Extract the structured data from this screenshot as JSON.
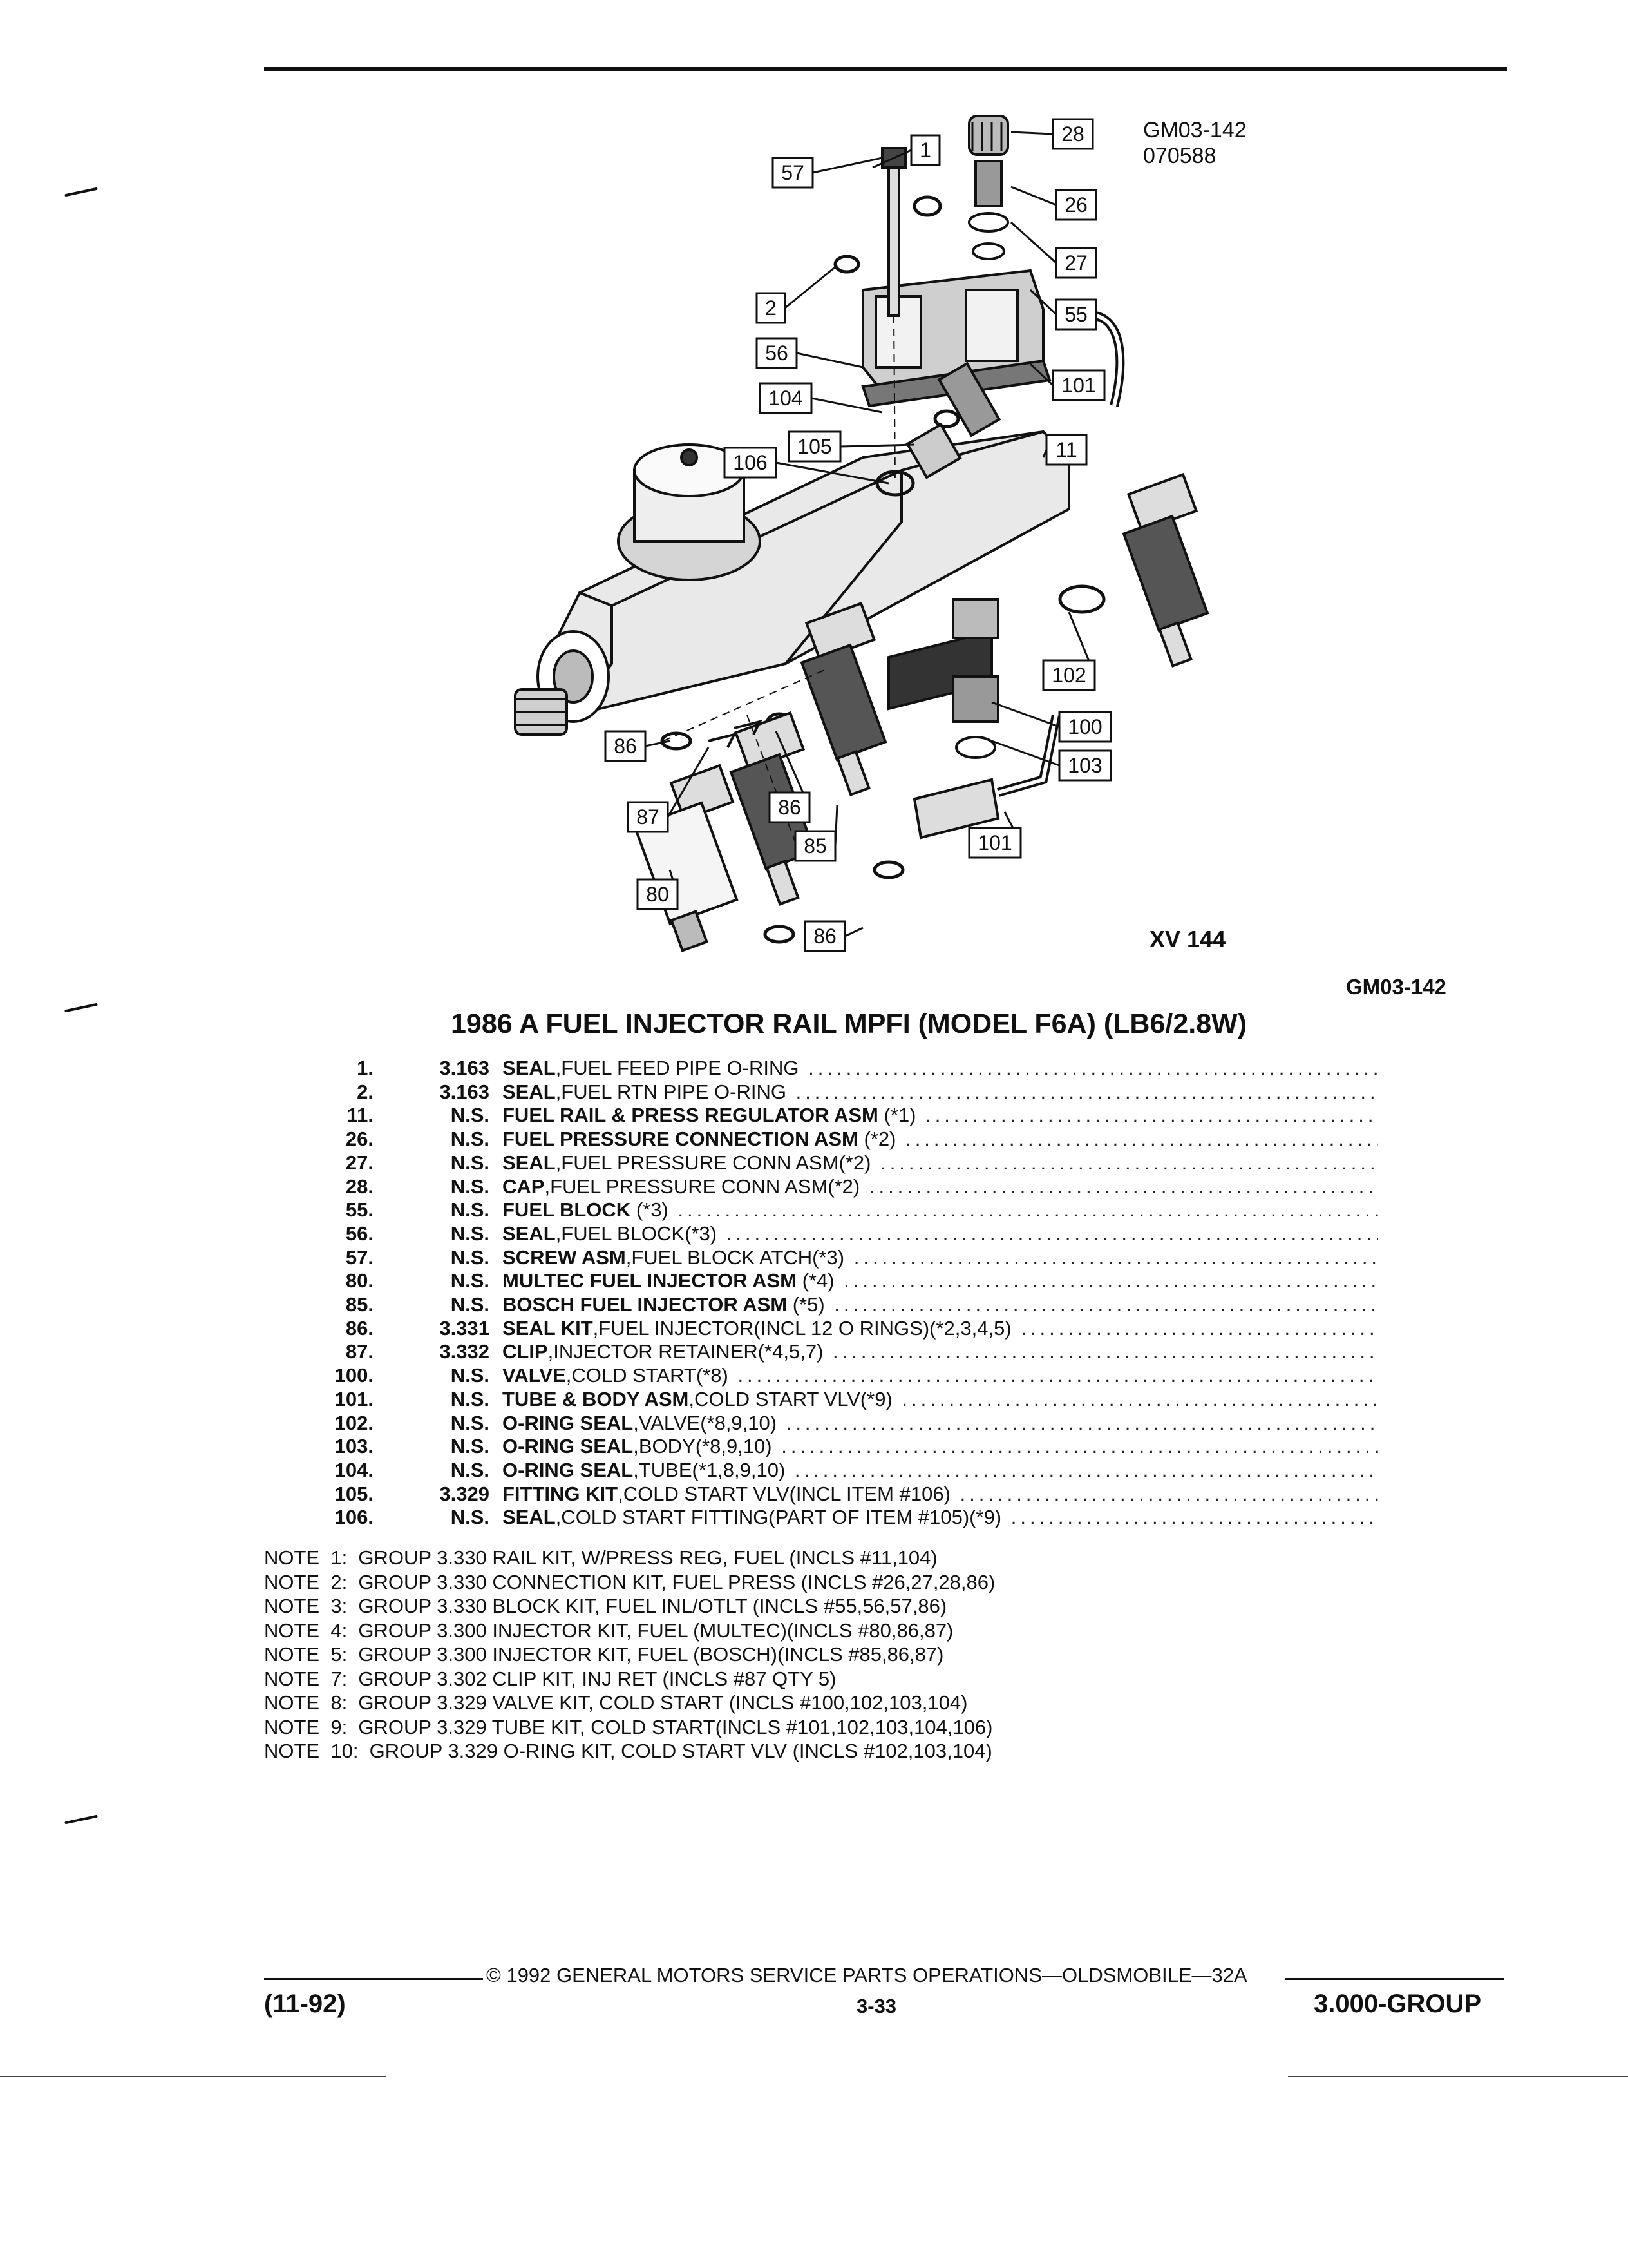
{
  "header": {
    "code_top": "GM03-142",
    "code_date": "070588",
    "view_label": "XV 144",
    "code_right": "GM03-142"
  },
  "diagram_callouts": [
    "1",
    "2",
    "11",
    "26",
    "27",
    "28",
    "55",
    "56",
    "57",
    "80",
    "85",
    "86",
    "86",
    "86",
    "87",
    "100",
    "101",
    "101",
    "102",
    "103",
    "104",
    "105",
    "106"
  ],
  "title": "1986 A FUEL INJECTOR RAIL MPFI (MODEL F6A) (LB6/2.8W)",
  "parts": [
    {
      "no": "1.",
      "group": "3.163",
      "name": "SEAL",
      "desc": ",FUEL FEED PIPE O-RING"
    },
    {
      "no": "2.",
      "group": "3.163",
      "name": "SEAL",
      "desc": ",FUEL RTN PIPE O-RING"
    },
    {
      "no": "11.",
      "group": "N.S.",
      "name": "FUEL RAIL & PRESS REGULATOR ASM",
      "desc": " (*1)"
    },
    {
      "no": "26.",
      "group": "N.S.",
      "name": "FUEL PRESSURE CONNECTION ASM",
      "desc": " (*2)"
    },
    {
      "no": "27.",
      "group": "N.S.",
      "name": "SEAL",
      "desc": ",FUEL PRESSURE CONN ASM(*2)"
    },
    {
      "no": "28.",
      "group": "N.S.",
      "name": "CAP",
      "desc": ",FUEL PRESSURE CONN ASM(*2)"
    },
    {
      "no": "55.",
      "group": "N.S.",
      "name": "FUEL BLOCK",
      "desc": " (*3)"
    },
    {
      "no": "56.",
      "group": "N.S.",
      "name": "SEAL",
      "desc": ",FUEL BLOCK(*3)"
    },
    {
      "no": "57.",
      "group": "N.S.",
      "name": "SCREW ASM",
      "desc": ",FUEL BLOCK ATCH(*3)"
    },
    {
      "no": "80.",
      "group": "N.S.",
      "name": "MULTEC FUEL INJECTOR ASM",
      "desc": " (*4)"
    },
    {
      "no": "85.",
      "group": "N.S.",
      "name": "BOSCH FUEL INJECTOR ASM",
      "desc": " (*5)"
    },
    {
      "no": "86.",
      "group": "3.331",
      "name": "SEAL KIT",
      "desc": ",FUEL INJECTOR(INCL 12 O RINGS)(*2,3,4,5)"
    },
    {
      "no": "87.",
      "group": "3.332",
      "name": "CLIP",
      "desc": ",INJECTOR RETAINER(*4,5,7)"
    },
    {
      "no": "100.",
      "group": "N.S.",
      "name": "VALVE",
      "desc": ",COLD START(*8)"
    },
    {
      "no": "101.",
      "group": "N.S.",
      "name": "TUBE & BODY ASM",
      "desc": ",COLD START VLV(*9)"
    },
    {
      "no": "102.",
      "group": "N.S.",
      "name": "O-RING SEAL",
      "desc": ",VALVE(*8,9,10)"
    },
    {
      "no": "103.",
      "group": "N.S.",
      "name": "O-RING SEAL",
      "desc": ",BODY(*8,9,10)"
    },
    {
      "no": "104.",
      "group": "N.S.",
      "name": "O-RING SEAL",
      "desc": ",TUBE(*1,8,9,10)"
    },
    {
      "no": "105.",
      "group": "3.329",
      "name": "FITTING KIT",
      "desc": ",COLD START VLV(INCL ITEM #106)"
    },
    {
      "no": "106.",
      "group": "N.S.",
      "name": "SEAL",
      "desc": ",COLD START FITTING(PART OF ITEM #105)(*9)"
    }
  ],
  "notes": [
    "NOTE  1:  GROUP 3.330 RAIL KIT, W/PRESS REG, FUEL (INCLS #11,104)",
    "NOTE  2:  GROUP 3.330 CONNECTION KIT, FUEL PRESS (INCLS #26,27,28,86)",
    "NOTE  3:  GROUP 3.330 BLOCK KIT, FUEL INL/OTLT (INCLS #55,56,57,86)",
    "NOTE  4:  GROUP 3.300 INJECTOR KIT, FUEL (MULTEC)(INCLS #80,86,87)",
    "NOTE  5:  GROUP 3.300 INJECTOR KIT, FUEL (BOSCH)(INCLS #85,86,87)",
    "NOTE  7:  GROUP 3.302 CLIP KIT, INJ RET (INCLS #87 QTY 5)",
    "NOTE  8:  GROUP 3.329 VALVE KIT, COLD START (INCLS #100,102,103,104)",
    "NOTE  9:  GROUP 3.329 TUBE KIT, COLD START(INCLS #101,102,103,104,106)",
    "NOTE  10:  GROUP 3.329 O-RING KIT, COLD START VLV (INCLS #102,103,104)"
  ],
  "footer": {
    "copyright": "© 1992 GENERAL MOTORS SERVICE PARTS OPERATIONS—OLDSMOBILE—32A",
    "date": "(11-92)",
    "page": "3-33",
    "group": "3.000-GROUP"
  }
}
